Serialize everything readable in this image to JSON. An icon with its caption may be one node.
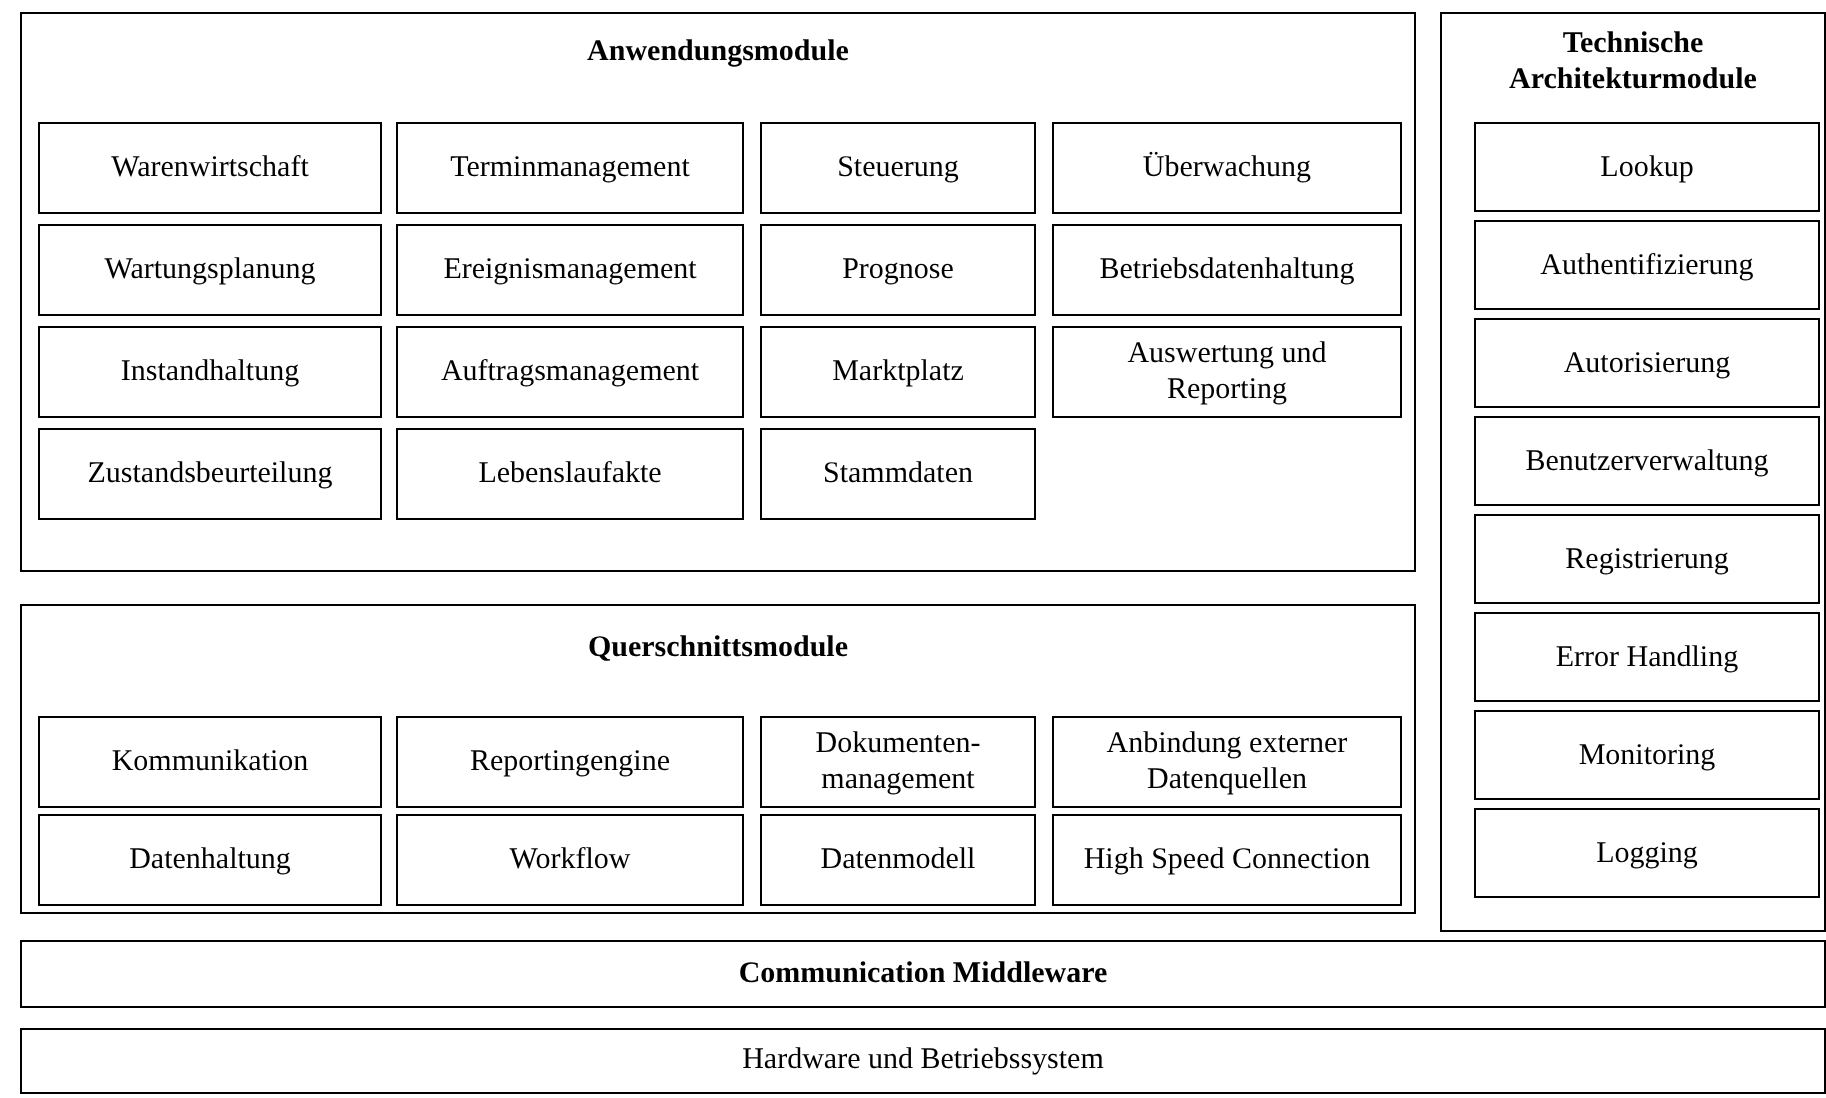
{
  "diagram": {
    "nodes": [
      {
        "text": [
          "Anwendungsmodule"
        ]
      },
      {
        "text": [
          "Warenwirtschaft"
        ],
        "in": 0
      },
      {
        "text": [
          "Terminmanagement"
        ],
        "in": 0
      },
      {
        "text": [
          "Steuerung"
        ],
        "in": 0
      },
      {
        "text": [
          "Überwachung"
        ],
        "in": 0
      },
      {
        "text": [
          "Wartungsplanung"
        ],
        "in": 0
      },
      {
        "text": [
          "Ereignismanagement"
        ],
        "in": 0
      },
      {
        "text": [
          "Prognose"
        ],
        "in": 0
      },
      {
        "text": [
          "Betriebsdatenhaltung"
        ],
        "in": 0
      },
      {
        "text": [
          "Instandhaltung"
        ],
        "in": 0
      },
      {
        "text": [
          "Auftragsmanagement"
        ],
        "in": 0
      },
      {
        "text": [
          "Marktplatz"
        ],
        "in": 0
      },
      {
        "text": [
          "Auswertung und Reporting"
        ],
        "in": 0
      },
      {
        "text": [
          "Zustandsbeurteilung"
        ],
        "in": 0
      },
      {
        "text": [
          "Lebenslaufakte"
        ],
        "in": 0
      },
      {
        "text": [
          "Stammdaten"
        ],
        "in": 0
      },
      {
        "text": [
          "Querschnittsmodule"
        ]
      },
      {
        "text": [
          "Kommunikation"
        ],
        "in": 16
      },
      {
        "text": [
          "Reportingengine"
        ],
        "in": 16
      },
      {
        "text": [
          "Dokumenten-management"
        ],
        "in": 16
      },
      {
        "text": [
          "Anbindung externer Datenquellen"
        ],
        "in": 16
      },
      {
        "text": [
          "Datenhaltung"
        ],
        "in": 16
      },
      {
        "text": [
          "Workflow"
        ],
        "in": 16
      },
      {
        "text": [
          "Datenmodell"
        ],
        "in": 16
      },
      {
        "text": [
          "High Speed Connection"
        ],
        "in": 16
      },
      {
        "text": [
          "Technische Architekturmodule"
        ]
      },
      {
        "text": [
          "Lookup"
        ],
        "in": 25
      },
      {
        "text": [
          "Authentifizierung"
        ],
        "in": 25
      },
      {
        "text": [
          "Autorisierung"
        ],
        "in": 25
      },
      {
        "text": [
          "Benutzerverwaltung"
        ],
        "in": 25
      },
      {
        "text": [
          "Registrierung"
        ],
        "in": 25
      },
      {
        "text": [
          "Error Handling"
        ],
        "in": 25
      },
      {
        "text": [
          "Monitoring"
        ],
        "in": 25
      },
      {
        "text": [
          "Logging"
        ],
        "in": 25
      },
      {
        "text": [
          "Communication Middleware"
        ]
      },
      {
        "text": [
          "Hardware und Betriebssystem"
        ]
      }
    ]
  }
}
